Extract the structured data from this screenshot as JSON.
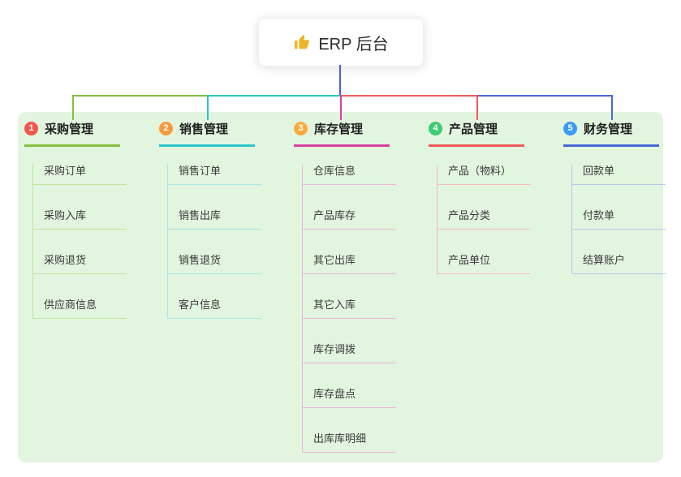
{
  "root": {
    "label": "ERP 后台",
    "icon": "thumbs-up-icon",
    "icon_color": "#f0b429"
  },
  "canvas": {
    "panel_background": "#e2f5df",
    "root_connector_color": "#4a5ed0"
  },
  "branches": [
    {
      "index": "1",
      "label": "采购管理",
      "badge_color": "#f2564d",
      "color": "#84c03c",
      "light": "#c3e29b",
      "children": [
        "采购订单",
        "采购入库",
        "采购退货",
        "供应商信息"
      ]
    },
    {
      "index": "2",
      "label": "销售管理",
      "badge_color": "#f79a3e",
      "color": "#2bc6c8",
      "light": "#a8e5e6",
      "children": [
        "销售订单",
        "销售出库",
        "销售退货",
        "客户信息"
      ]
    },
    {
      "index": "3",
      "label": "库存管理",
      "badge_color": "#fbab3d",
      "color": "#d6409f",
      "light": "#eeb5da",
      "children": [
        "仓库信息",
        "产品库存",
        "其它出库",
        "其它入库",
        "库存调拨",
        "库存盘点",
        "出库库明细"
      ]
    },
    {
      "index": "4",
      "label": "产品管理",
      "badge_color": "#3ecb71",
      "color": "#ef5a5a",
      "light": "#f6bcbc",
      "children": [
        "产品（物料）",
        "产品分类",
        "产品单位"
      ]
    },
    {
      "index": "5",
      "label": "财务管理",
      "badge_color": "#3b9cf2",
      "color": "#4968d7",
      "light": "#b9c7f0",
      "children": [
        "回款单",
        "付款单",
        "结算账户"
      ]
    }
  ]
}
